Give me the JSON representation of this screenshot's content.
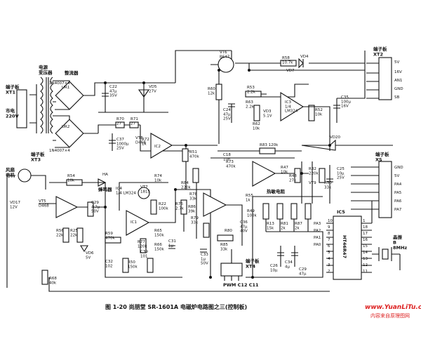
{
  "caption": "图 1-20   尚朋堂 SR-1601A 电磁炉电路图之三(控制板)",
  "watermark": {
    "site": "www.YuanLiTu.cn",
    "tagline": "内容来自原理图网"
  },
  "blocks": {
    "terminal_xt1": "端子板\nXT1",
    "mains": "市电\n220V",
    "transformer": "电源\n变压器",
    "rectifier": "整流器",
    "fan": "风扇\n电机",
    "terminal_xt3": "端子板\nXT3",
    "terminal_xt2": "端子板\nXT2",
    "terminal_xs": "端子板\nXS",
    "buzzer": "蜂鸣器",
    "thermistor": "热敏电阻",
    "crystal": "晶振\nB\n8MHz",
    "pwm": "PWM C12 C11",
    "terminal_xt4": "端子板\nXT4"
  },
  "xt2_pins": [
    "5V",
    "16V",
    "AN1",
    "GND",
    "SB"
  ],
  "xt3_pins": [
    "GND",
    "5V",
    "PA4",
    "PA5",
    "PA6",
    "PA7"
  ],
  "mcu": {
    "ref": "IC5",
    "part": "HT46R47",
    "ports": [
      "PA3",
      "PA2",
      "PA1",
      "PA0"
    ],
    "pins": [
      "10",
      "9",
      "8",
      "7",
      "6",
      "5",
      "4",
      "3",
      "2",
      "1",
      "18",
      "17",
      "16",
      "15",
      "14",
      "13",
      "12",
      "11"
    ]
  },
  "components": [
    {
      "ref": "UR1",
      "text": "UR1"
    },
    {
      "ref": "UR2",
      "text": "UR2"
    },
    {
      "ref": "D",
      "text": "1N4007×4"
    },
    {
      "ref": "D2",
      "text": "1N4007×4"
    },
    {
      "ref": "C22",
      "text": "C22\n47μ\n35V"
    },
    {
      "ref": "VD5",
      "text": "VD5\n27V"
    },
    {
      "ref": "VT6",
      "text": "VT6\nB647"
    },
    {
      "ref": "R58",
      "text": "R58\n10.7k"
    },
    {
      "ref": "VD4",
      "text": "VD4"
    },
    {
      "ref": "VD7",
      "text": "VD7"
    },
    {
      "ref": "R53",
      "text": "R53\n2.2k"
    },
    {
      "ref": "R60",
      "text": "R60\n12k"
    },
    {
      "ref": "R63",
      "text": "R63\n2.2k"
    },
    {
      "ref": "C24",
      "text": "C24\n47μ\n25V"
    },
    {
      "ref": "R62",
      "text": "R62\n10k"
    },
    {
      "ref": "VD3",
      "text": "VD3\n5.1V"
    },
    {
      "ref": "IC3",
      "text": "IC3\n1/4\nLM324"
    },
    {
      "ref": "R52",
      "text": "R52\n10k"
    },
    {
      "ref": "C35",
      "text": "C35\n100μ\n16V"
    },
    {
      "ref": "R70",
      "text": "R70\n27"
    },
    {
      "ref": "R71",
      "text": "R71\n27"
    },
    {
      "ref": "C37",
      "text": "C37\n1000μ\n25V"
    },
    {
      "ref": "VT8",
      "text": "VT8\nD468"
    },
    {
      "ref": "R72",
      "text": "R72\n1k"
    },
    {
      "ref": "IC2",
      "text": "IC2"
    },
    {
      "ref": "R51",
      "text": "R51\n470k"
    },
    {
      "ref": "VD20",
      "text": "VD20"
    },
    {
      "ref": "R83",
      "text": "R83 120k"
    },
    {
      "ref": "C18",
      "text": "C18\n10n"
    },
    {
      "ref": "R73",
      "text": "R73\n470k"
    },
    {
      "ref": "R47",
      "text": "R47\n10k"
    },
    {
      "ref": "R48",
      "text": "R48\n27k"
    },
    {
      "ref": "VT9",
      "text": "VT9"
    },
    {
      "ref": "R32",
      "text": "R32\n220k"
    },
    {
      "ref": "C25",
      "text": "C25\n10μ\n25V"
    },
    {
      "ref": "R50",
      "text": "R50\n33k"
    },
    {
      "ref": "R54",
      "text": "R54\n10k"
    },
    {
      "ref": "HA",
      "text": "HA"
    },
    {
      "ref": "R74",
      "text": "R74\n10k"
    },
    {
      "ref": "IC4",
      "text": "IC4\n1/4 LM324"
    },
    {
      "ref": "R84",
      "text": "R84\n220k"
    },
    {
      "ref": "VD17",
      "text": "VD17\n12V"
    },
    {
      "ref": "VT5",
      "text": "VT5\nD468"
    },
    {
      "ref": "C29",
      "text": "C29\n4.7μ\n50V"
    },
    {
      "ref": "VT7",
      "text": "VT7\n1815"
    },
    {
      "ref": "R22",
      "text": "R22\n100k"
    },
    {
      "ref": "R76",
      "text": "R76\n2.7k"
    },
    {
      "ref": "R78",
      "text": "R78\n33k"
    },
    {
      "ref": "R86",
      "text": "R86\n39k"
    },
    {
      "ref": "R79",
      "text": "R79\n33k"
    },
    {
      "ref": "C36",
      "text": "C36\n47μ\n40V"
    },
    {
      "ref": "R80",
      "text": "R80"
    },
    {
      "ref": "R85",
      "text": "R85\n33k"
    },
    {
      "ref": "R55",
      "text": "R55\n1k"
    },
    {
      "ref": "R49",
      "text": "R49\n100k"
    },
    {
      "ref": "R56",
      "text": "R56\n22k"
    },
    {
      "ref": "R25",
      "text": "R25\n22k"
    },
    {
      "ref": "IC1",
      "text": "IC1"
    },
    {
      "ref": "R59",
      "text": "R59\n470k"
    },
    {
      "ref": "R77",
      "text": "R77\n120k"
    },
    {
      "ref": "VD6",
      "text": "VD6\n5V"
    },
    {
      "ref": "R65",
      "text": "R65\n150k"
    },
    {
      "ref": "R66",
      "text": "R66\n150k"
    },
    {
      "ref": "C32",
      "text": "C32\n102"
    },
    {
      "ref": "R50b",
      "text": "R50\n150k"
    },
    {
      "ref": "C39",
      "text": "C39\n101"
    },
    {
      "ref": "C31",
      "text": "C31\n1μ"
    },
    {
      "ref": "R68",
      "text": "R68\n40k"
    },
    {
      "ref": "C33",
      "text": "C33\n1μ\n50V"
    },
    {
      "ref": "C26",
      "text": "C26\n10μ"
    },
    {
      "ref": "C34",
      "text": "C34\n4μ"
    },
    {
      "ref": "C29b",
      "text": "C29\n47μ"
    },
    {
      "ref": "R13",
      "text": "R13\n15k"
    },
    {
      "ref": "R81",
      "text": "R81\n2k"
    },
    {
      "ref": "R87",
      "text": "R87\n2k"
    }
  ]
}
